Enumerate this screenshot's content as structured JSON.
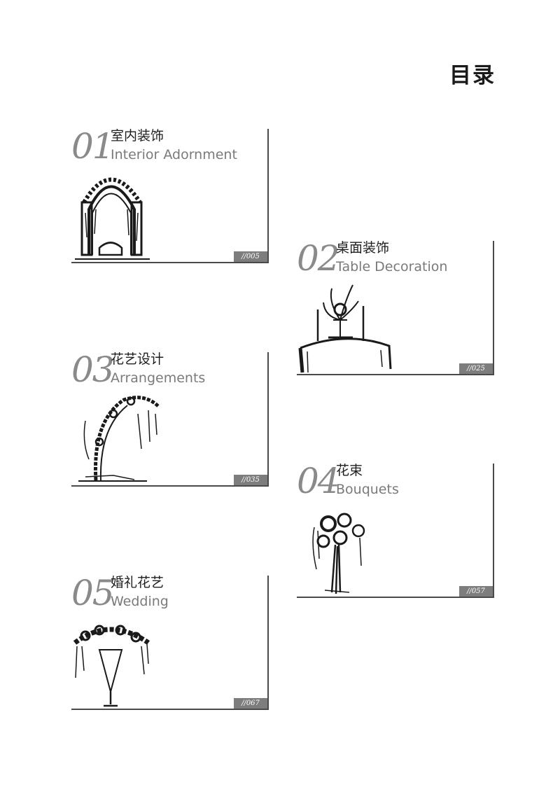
{
  "page_title": "目录",
  "sections": [
    {
      "num": "01",
      "zh": "室内装饰",
      "en": "Interior Adornment",
      "page": "//005",
      "illustration": "arch-icon"
    },
    {
      "num": "02",
      "zh": "桌面装饰",
      "en": "Table Decoration",
      "page": "//025",
      "illustration": "table-centerpiece-icon"
    },
    {
      "num": "03",
      "zh": "花艺设计",
      "en": "Arrangements",
      "page": "//035",
      "illustration": "floral-arch-icon"
    },
    {
      "num": "04",
      "zh": "花束",
      "en": "Bouquets",
      "page": "//057",
      "illustration": "bouquet-icon"
    },
    {
      "num": "05",
      "zh": "婚礼花艺",
      "en": "Wedding",
      "page": "//067",
      "illustration": "vase-arrangement-icon"
    }
  ]
}
